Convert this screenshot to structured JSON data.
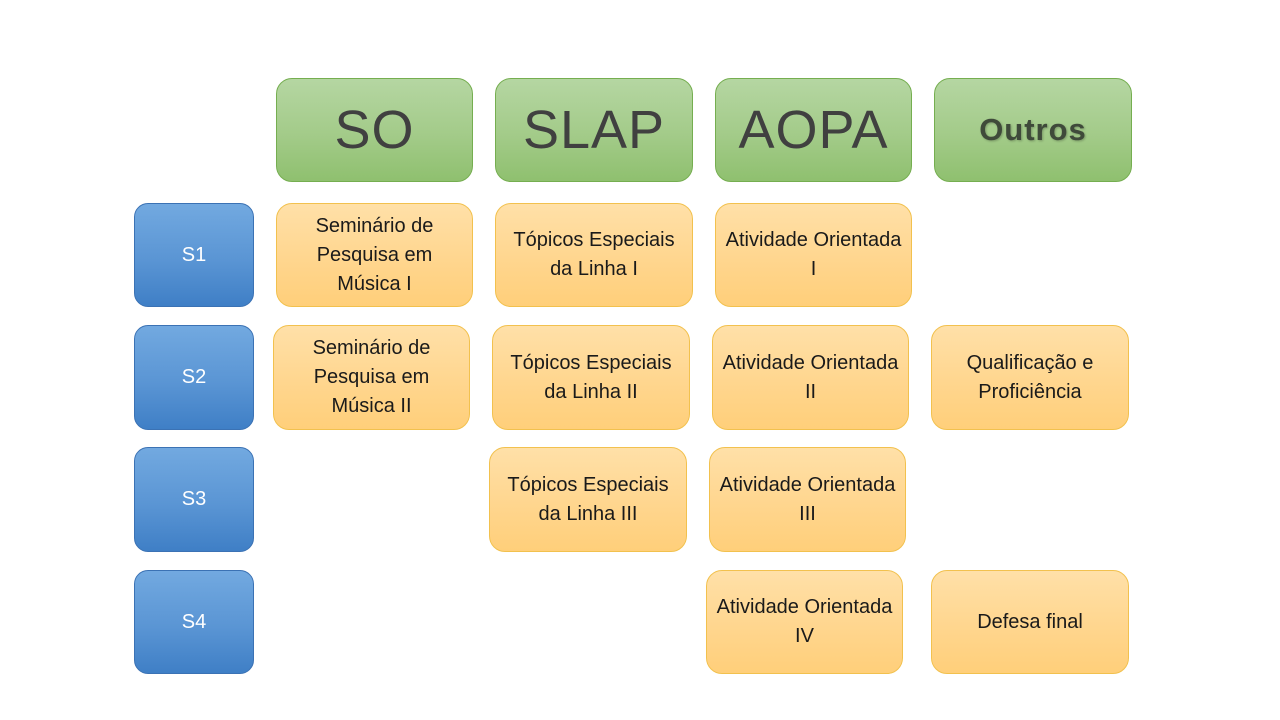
{
  "headers": {
    "so": "SO",
    "slap": "SLAP",
    "aopa": "AOPA",
    "outros": "Outros"
  },
  "semesters": {
    "s1": "S1",
    "s2": "S2",
    "s3": "S3",
    "s4": "S4"
  },
  "courses": {
    "s1_so": "Seminário de Pesquisa em Música I",
    "s1_slap": "Tópicos Especiais da Linha I",
    "s1_aopa": "Atividade Orientada I",
    "s2_so": "Seminário de Pesquisa em Música II",
    "s2_slap": "Tópicos Especiais da Linha II",
    "s2_aopa": "Atividade Orientada II",
    "s2_outros": "Qualificação e Proficiência",
    "s3_slap": "Tópicos Especiais da Linha III",
    "s3_aopa": "Atividade Orientada III",
    "s4_aopa": "Atividade Orientada IV",
    "s4_outros": "Defesa final"
  },
  "colors": {
    "header_green": "#a3cb89",
    "semester_blue": "#5a95d4",
    "course_orange": "#ffd58c"
  }
}
